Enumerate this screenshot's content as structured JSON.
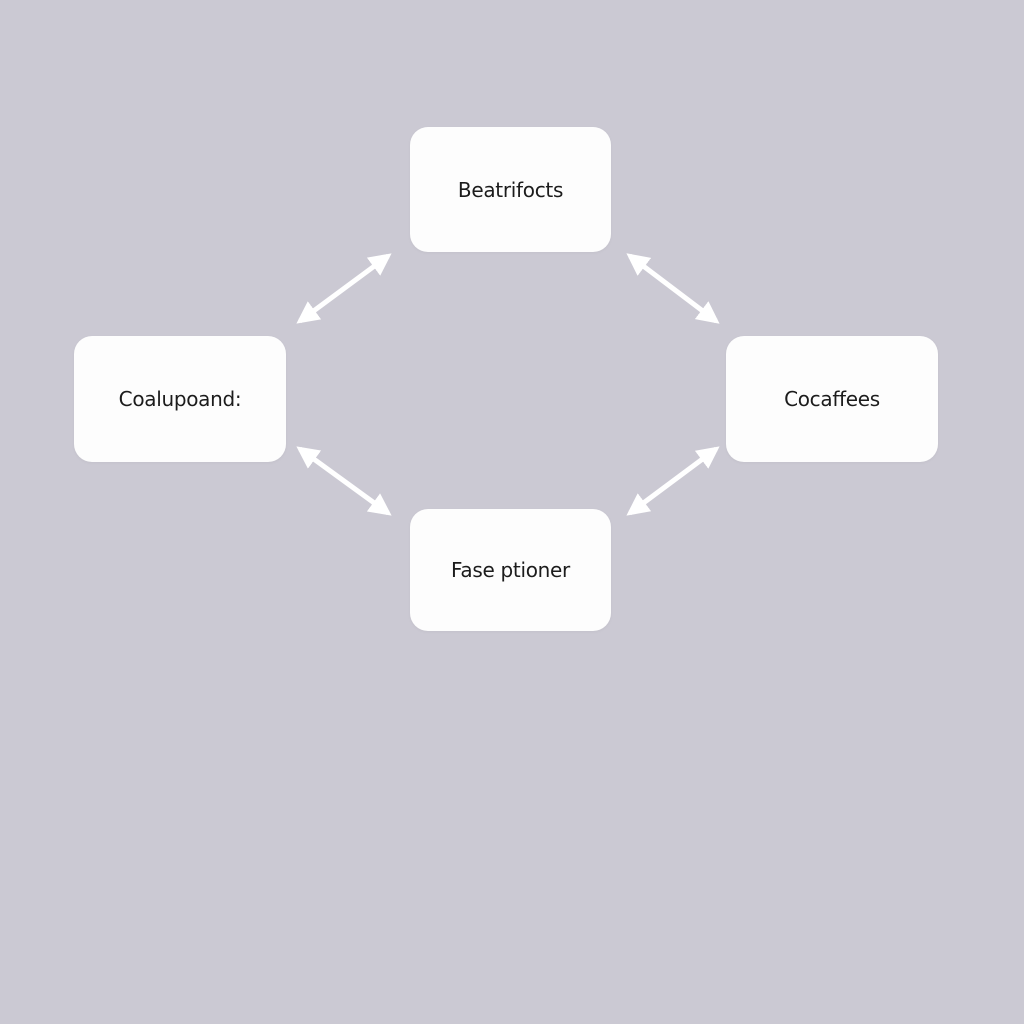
{
  "nodes": {
    "top": "Beatrifocts",
    "left": "Coalupoand:",
    "right": "Cocaffees",
    "bottom": "Fase ptioner"
  },
  "colors": {
    "background": "#cbc9d3",
    "node": "#fdfdfd",
    "arrow": "#ffffff",
    "text": "#1c1c1c"
  }
}
